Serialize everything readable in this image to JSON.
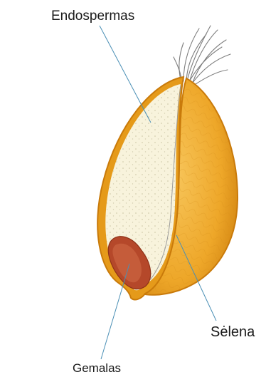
{
  "labels": {
    "endosperm": "Endospermas",
    "seed_coat": "Sėlena",
    "germ": "Gemalas"
  },
  "colors": {
    "endosperm_fill": "#f8f3dc",
    "husk_outer": "#e59a1a",
    "husk_inner": "#f2b443",
    "husk_shadow": "#c97a0a",
    "germ": "#b5482a",
    "leader_line": "#4a8fb5",
    "hairs": "#7d7d7d"
  },
  "icons": [
    "wheat-grain-illustration"
  ]
}
